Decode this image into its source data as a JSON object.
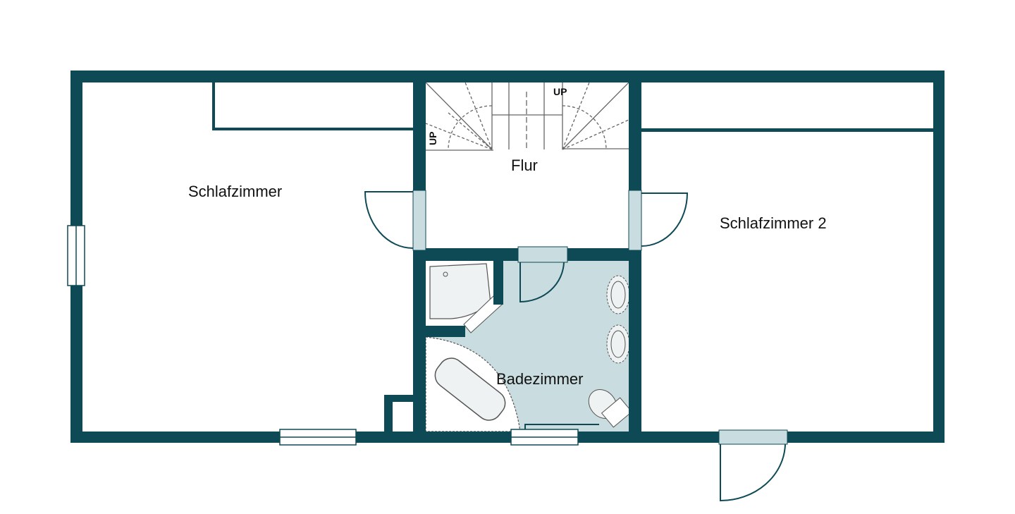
{
  "colors": {
    "wall": "#0e4a55",
    "bath_floor": "#c9dcdf",
    "fixture": "#eef2f2",
    "window": "#c9dcdf"
  },
  "rooms": [
    {
      "name": "Schlafzimmer"
    },
    {
      "name": "Flur"
    },
    {
      "name": "Schlafzimmer 2"
    },
    {
      "name": "Badezimmer"
    }
  ],
  "stairs": {
    "up_label_1": "UP",
    "up_label_2": "UP"
  }
}
